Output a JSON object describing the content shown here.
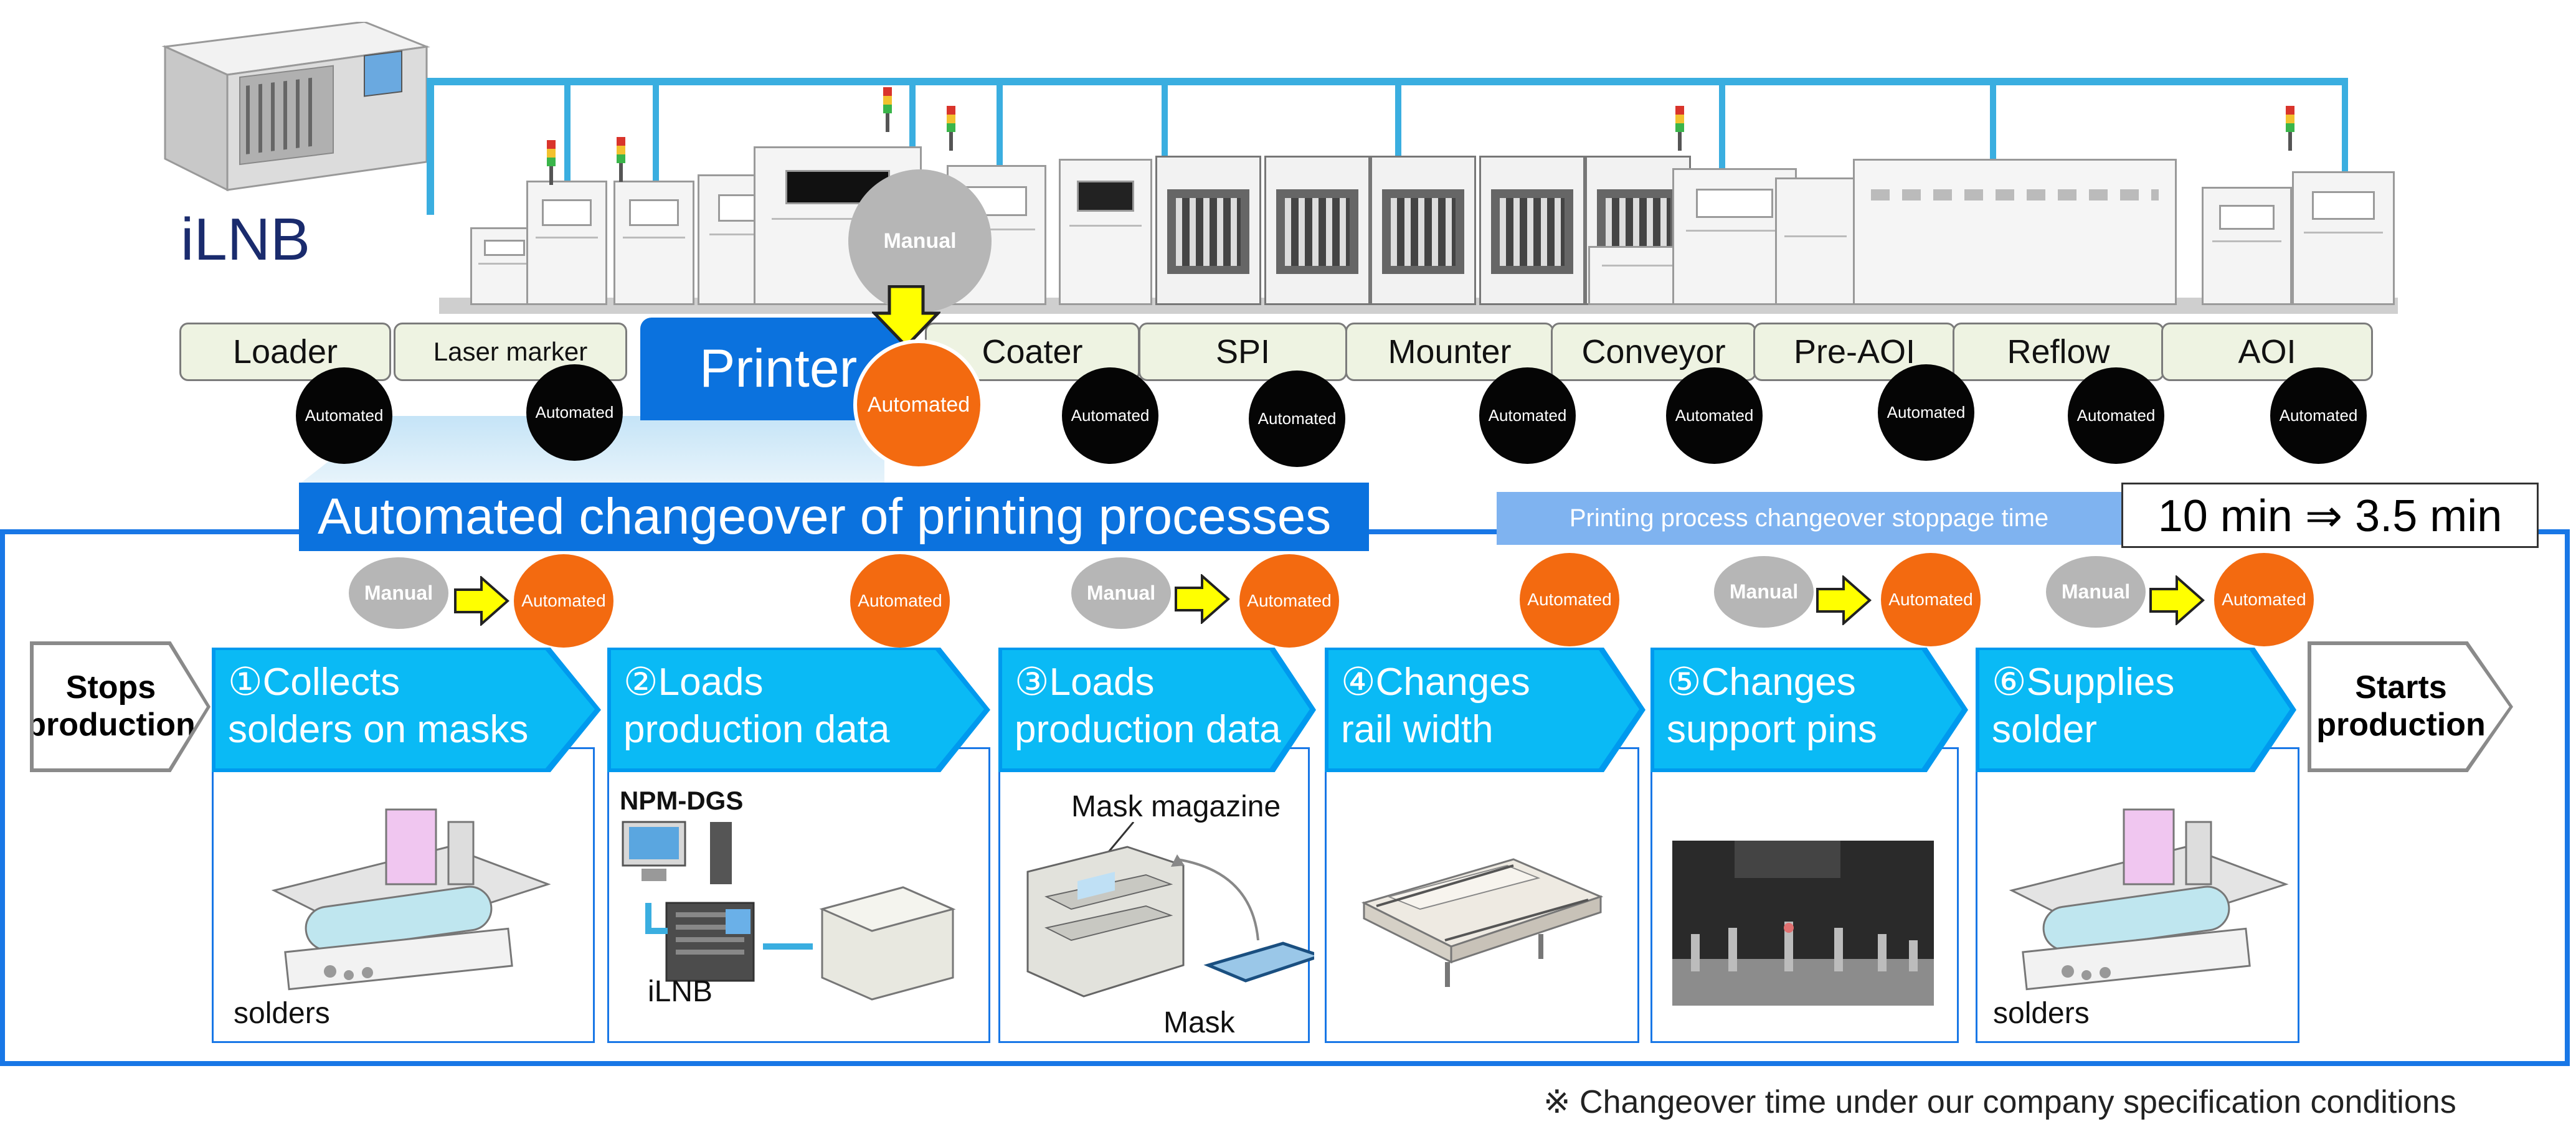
{
  "system": {
    "name": "iLNB"
  },
  "line_labels": [
    {
      "name": "Loader",
      "status": "Automated"
    },
    {
      "name": "Laser marker",
      "status": "Automated"
    },
    {
      "name": "Printer",
      "status_before": "Manual",
      "status": "Automated"
    },
    {
      "name": "Coater",
      "status": "Automated"
    },
    {
      "name": "SPI",
      "status": "Automated"
    },
    {
      "name": "Mounter",
      "status": "Automated"
    },
    {
      "name": "Conveyor",
      "status": "Automated"
    },
    {
      "name": "Pre-AOI",
      "status": "Automated"
    },
    {
      "name": "Reflow",
      "status": "Automated"
    },
    {
      "name": "AOI",
      "status": "Automated"
    }
  ],
  "section_title": "Automated changeover of printing processes",
  "stoppage": {
    "label": "Printing process changeover stoppage time",
    "value": "10 min ⇒ 3.5 min"
  },
  "flow_start": {
    "line1": "Stops",
    "line2": "production"
  },
  "flow_end": {
    "line1": "Starts",
    "line2": "production"
  },
  "steps": [
    {
      "line1": "①Collects",
      "line2": "solders on masks",
      "before": "Manual",
      "after": "Automated",
      "captions": [
        "solders"
      ]
    },
    {
      "line1": "②Loads",
      "line2": "production data",
      "after": "Automated",
      "captions": [
        "NPM-DGS",
        "iLNB"
      ]
    },
    {
      "line1": "③Loads",
      "line2": "production data",
      "before": "Manual",
      "after": "Automated",
      "captions": [
        "Mask magazine",
        "Mask"
      ]
    },
    {
      "line1": "④Changes",
      "line2": "rail width",
      "after": "Automated",
      "captions": []
    },
    {
      "line1": "⑤Changes",
      "line2": "support pins",
      "before": "Manual",
      "after": "Automated",
      "captions": []
    },
    {
      "line1": "⑥Supplies",
      "line2": "solder",
      "before": "Manual",
      "after": "Automated",
      "captions": [
        "solders"
      ]
    }
  ],
  "footnote": "※ Changeover time under our company specification conditions",
  "colors": {
    "accent_blue": "#0b72de",
    "step_cyan": "#0abaf5",
    "automated_orange": "#f36a10",
    "automated_black": "#050505",
    "manual_gray": "#b6b6b6",
    "arrow_yellow": "#ffff00",
    "network_blue": "#3aaee0"
  }
}
